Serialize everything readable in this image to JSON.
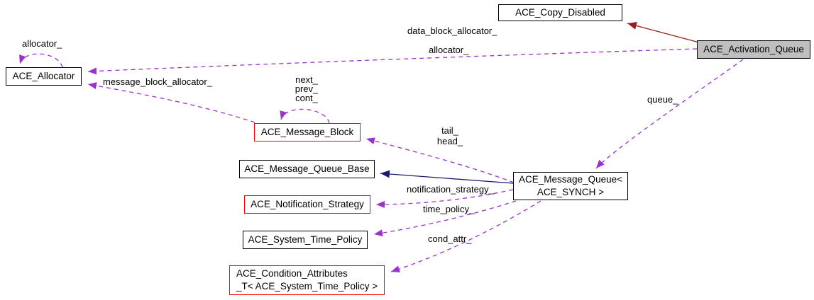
{
  "diagram_type": "class collaboration diagram",
  "nodes": {
    "allocator": {
      "label": "ACE_Allocator"
    },
    "copy_disabled": {
      "label": "ACE_Copy_Disabled"
    },
    "activation_queue": {
      "label": "ACE_Activation_Queue",
      "highlighted": true
    },
    "message_block": {
      "label": "ACE_Message_Block"
    },
    "message_queue_base": {
      "label": "ACE_Message_Queue_Base"
    },
    "message_queue": {
      "label": "ACE_Message_Queue<\nACE_SYNCH >"
    },
    "notification_strategy": {
      "label": "ACE_Notification_Strategy"
    },
    "system_time_policy": {
      "label": "ACE_System_Time_Policy"
    },
    "condition_attributes": {
      "label": "ACE_Condition_Attributes\n_T< ACE_System_Time_Policy >"
    }
  },
  "edge_labels": {
    "allocator_self": "allocator_",
    "message_block_allocator": "message_block_allocator_",
    "next_prev_cont": "next_\nprev_\ncont_",
    "data_block_allocator": "data_block_allocator_",
    "allocator_member": "allocator_",
    "queue": "queue_",
    "tail_head": "tail_\nhead_",
    "notification_strategy": "notification_strategy_",
    "time_policy": "time_policy_",
    "cond_attr": "cond_attr_"
  },
  "colors": {
    "usage_edge": "#9a32cd",
    "public_inheritance_edge": "#191970",
    "private_inheritance_edge": "#9a2020",
    "node_border": "#000000",
    "truncated_node_border": "#ff0000",
    "highlighted_node_fill": "#bfbfbf",
    "background": "#ffffff"
  }
}
